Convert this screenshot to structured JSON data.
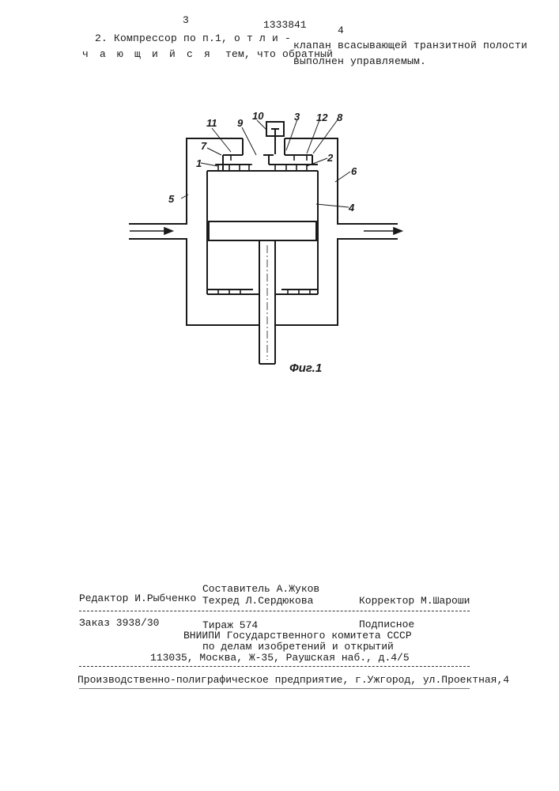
{
  "header": {
    "page_left": "3",
    "patent_number": "1333841",
    "page_right": "4"
  },
  "claim": {
    "line1_left": "2. Компрессор по п.1, о т л и -",
    "line2_left_spaced": "ч а ю щ и й с я",
    "line2_left_rest": "тем, что обратный",
    "line1_right": "клапан всасывающей транзитной полости",
    "line2_right": "выполнен управляемым."
  },
  "figure": {
    "caption": "Фиг.1",
    "labels": [
      "1",
      "2",
      "3",
      "4",
      "5",
      "6",
      "7",
      "8",
      "9",
      "10",
      "11",
      "12"
    ]
  },
  "imprint": {
    "editor": "Редактор И.Рыбченко",
    "compiler": "Составитель А.Жуков",
    "techred": "Техред Л.Сердюкова",
    "corrector": "Корректор М.Шароши",
    "order": "Заказ 3938/30",
    "circulation": "Тираж 574",
    "subscription": "Подписное",
    "org_line1": "ВНИИПИ Государственного комитета СССР",
    "org_line2": "по делам изобретений и открытий",
    "address": "113035, Москва, Ж-35, Раушская наб., д.4/5",
    "printer": "Производственно-полиграфическое предприятие, г.Ужгород, ул.Проектная,4"
  }
}
